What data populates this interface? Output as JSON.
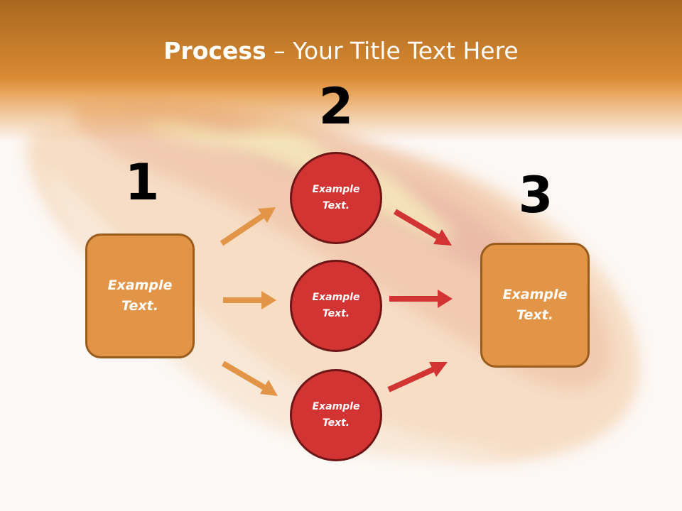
{
  "slide": {
    "title_bold": "Process",
    "title_rest": " – Your Title Text Here"
  },
  "steps": {
    "step1_number": "1",
    "step2_number": "2",
    "step3_number": "3"
  },
  "nodes": {
    "left_box": {
      "line1": "Example",
      "line2": "Text."
    },
    "circle_top": {
      "line1": "Example",
      "line2": "Text."
    },
    "circle_middle": {
      "line1": "Example",
      "line2": "Text."
    },
    "circle_bottom": {
      "line1": "Example",
      "line2": "Text."
    },
    "right_box": {
      "line1": "Example",
      "line2": "Text."
    }
  },
  "colors": {
    "header": "#d98a33",
    "box_fill": "#e29547",
    "box_border": "#9a5c1d",
    "circle_fill": "#d23434",
    "circle_border": "#6e1515",
    "arrow_orange": "#e29547",
    "arrow_red": "#d23434"
  }
}
